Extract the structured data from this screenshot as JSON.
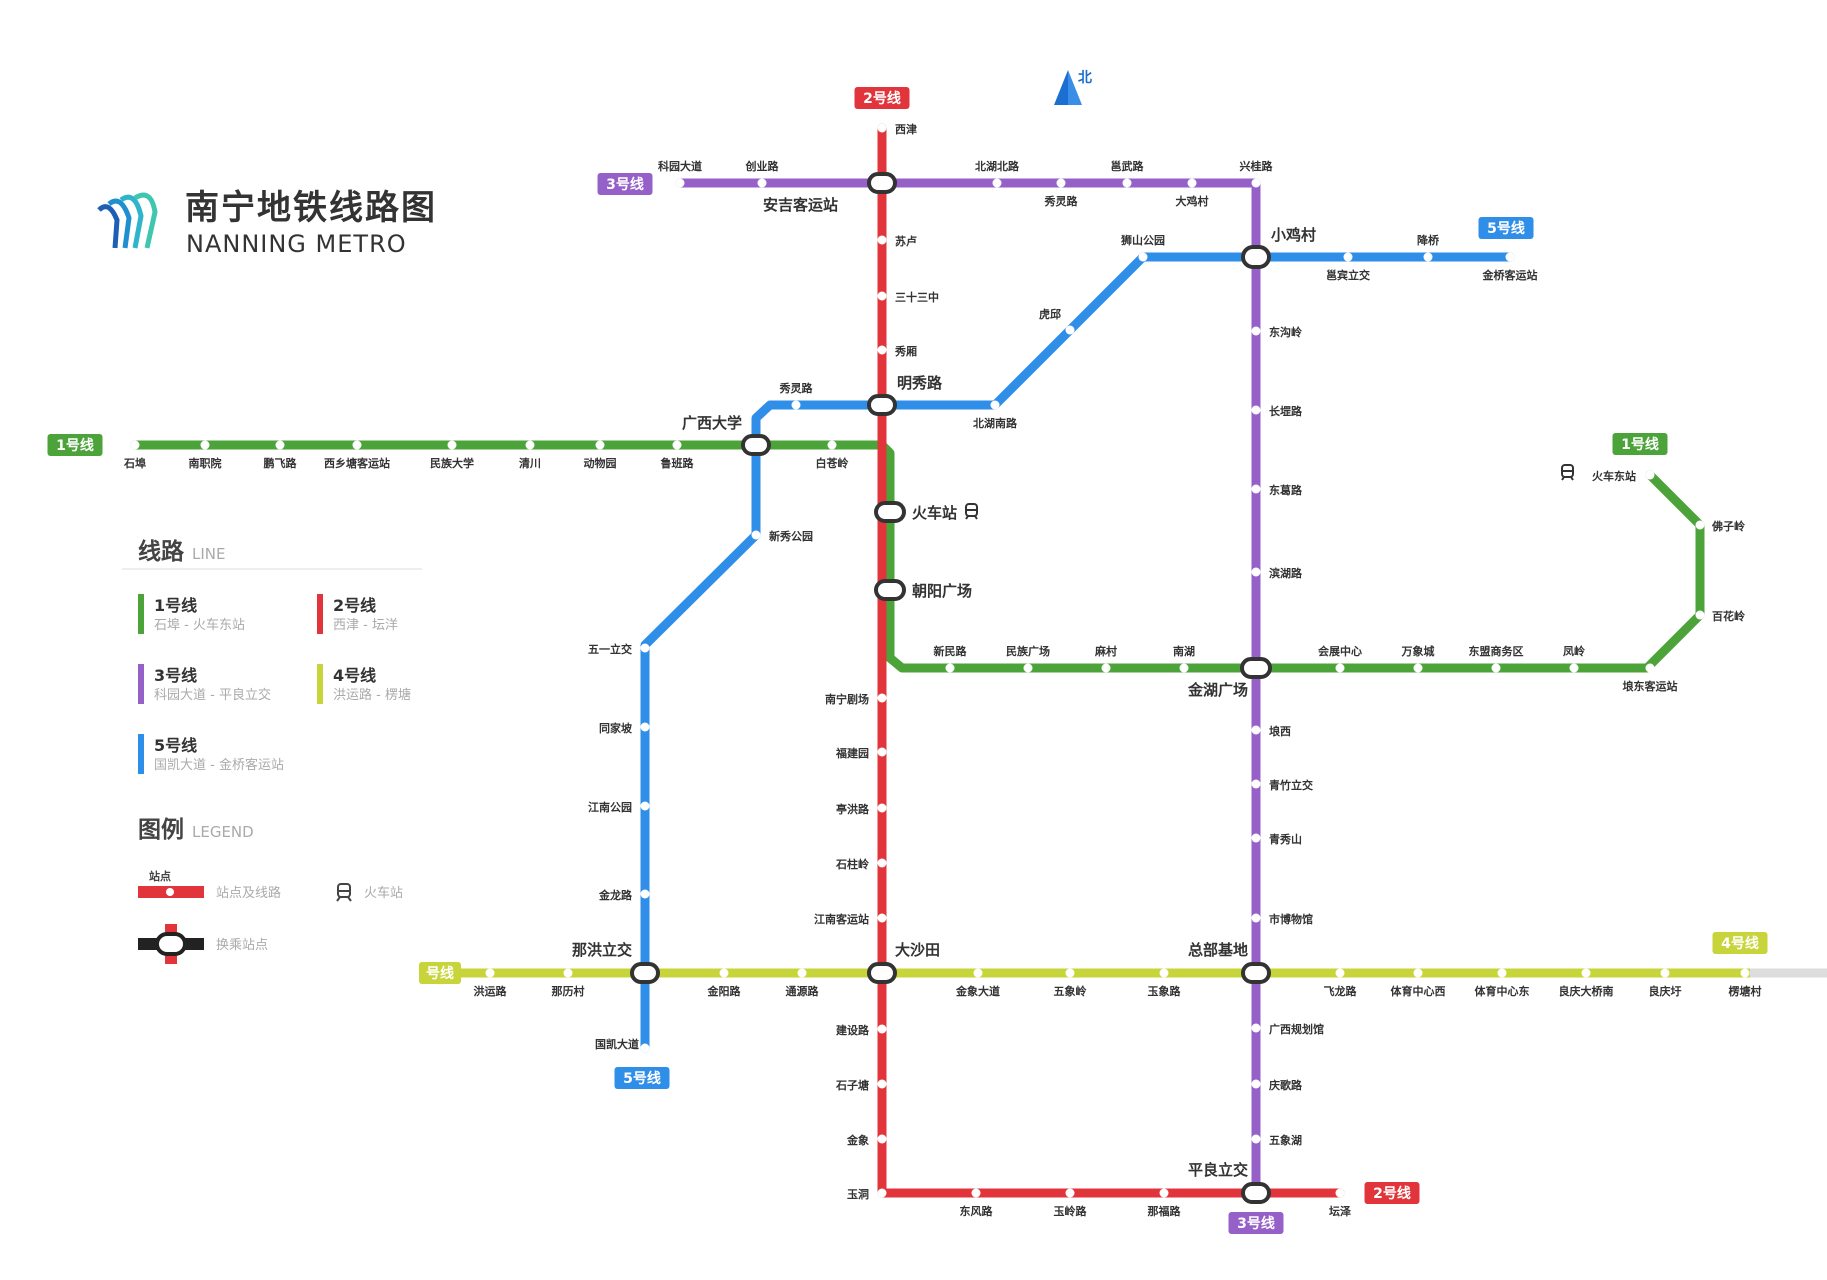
{
  "title": {
    "zh": "南宁地铁线路图",
    "en": "NANNING METRO"
  },
  "north": "北",
  "colors": {
    "line1": "#4ba33a",
    "line2": "#e1353b",
    "line3": "#9560c8",
    "line4": "#c7d43a",
    "line5": "#2f8ee8",
    "hub_ring": "#333333"
  },
  "lines": [
    {
      "id": "1",
      "badge": "1号线",
      "color": "#4ba33a",
      "range": "石埠 - 火车东站"
    },
    {
      "id": "2",
      "badge": "2号线",
      "color": "#e1353b",
      "range": "西津 - 坛洋"
    },
    {
      "id": "3",
      "badge": "3号线",
      "color": "#9560c8",
      "range": "科园大道 - 平良立交"
    },
    {
      "id": "4",
      "badge": "4号线",
      "color": "#c7d43a",
      "range": "洪运路 - 楞塘"
    },
    {
      "id": "5",
      "badge": "5号线",
      "color": "#2f8ee8",
      "range": "国凯大道 - 金桥客运站"
    }
  ],
  "legend": {
    "lines_title": "线路",
    "lines_sub": "LINE",
    "legend_title": "图例",
    "legend_sub": "LEGEND",
    "station_tag": "站点",
    "station_line": "站点及线路",
    "rail_station": "火车站",
    "transfer": "换乘站点"
  },
  "terminal_badges": [
    {
      "line": "2",
      "text": "2号线"
    },
    {
      "line": "3",
      "text": "3号线"
    },
    {
      "line": "5",
      "text": "5号线"
    },
    {
      "line": "1",
      "text": "1号线"
    },
    {
      "line": "1",
      "text": "1号线"
    },
    {
      "line": "4",
      "text": "4号线"
    },
    {
      "line": "4",
      "text": "号线"
    },
    {
      "line": "5",
      "text": "5号线"
    },
    {
      "line": "3",
      "text": "3号线"
    },
    {
      "line": "2",
      "text": "2号线"
    }
  ],
  "transfer_stations": [
    "安吉客运站",
    "小鸡村",
    "明秀路",
    "广西大学",
    "火车站",
    "朝阳广场",
    "金湖广场",
    "那洪立交",
    "大沙田",
    "总部基地",
    "平良立交"
  ],
  "stations": {
    "line1": [
      "石埠",
      "南职院",
      "鹏飞路",
      "西乡塘客运站",
      "民族大学",
      "清川",
      "动物园",
      "鲁班路",
      "广西大学",
      "白苍岭",
      "火车站",
      "朝阳广场",
      "新民路",
      "民族广场",
      "麻村",
      "南湖",
      "金湖广场",
      "会展中心",
      "万象城",
      "东盟商务区",
      "凤岭",
      "埌东客运站",
      "百花岭",
      "佛子岭",
      "火车东站"
    ],
    "line2": [
      "西津",
      "安吉客运站",
      "苏卢",
      "三十三中",
      "秀厢",
      "明秀路",
      "火车站",
      "朝阳广场",
      "南宁剧场",
      "福建园",
      "亭洪路",
      "石柱岭",
      "江南客运站",
      "大沙田",
      "建设路",
      "石子塘",
      "金象",
      "玉洞",
      "东风路",
      "玉岭路",
      "那福路",
      "平良立交",
      "坛泽"
    ],
    "line3": [
      "科园大道",
      "创业路",
      "安吉客运站",
      "北湖北路",
      "秀灵路",
      "邕武路",
      "大鸡村",
      "兴桂路",
      "小鸡村",
      "东沟岭",
      "长堽路",
      "东葛路",
      "滨湖路",
      "金湖广场",
      "埌西",
      "青竹立交",
      "青秀山",
      "市博物馆",
      "总部基地",
      "广西规划馆",
      "庆歌路",
      "五象湖",
      "平良立交"
    ],
    "line4": [
      "洪运路",
      "那历村",
      "那洪立交",
      "金阳路",
      "通源路",
      "大沙田",
      "金象大道",
      "五象岭",
      "玉象路",
      "总部基地",
      "飞龙路",
      "体育中心西",
      "体育中心东",
      "良庆大桥南",
      "良庆圩",
      "楞塘村"
    ],
    "line5": [
      "国凯大道",
      "那洪立交",
      "金龙路",
      "江南公园",
      "同家坡",
      "五一立交",
      "新秀公园",
      "广西大学",
      "秀灵路",
      "明秀路",
      "北湖南路",
      "虎邱",
      "狮山公园",
      "小鸡村",
      "邕宾立交",
      "降桥",
      "金桥客运站"
    ]
  }
}
